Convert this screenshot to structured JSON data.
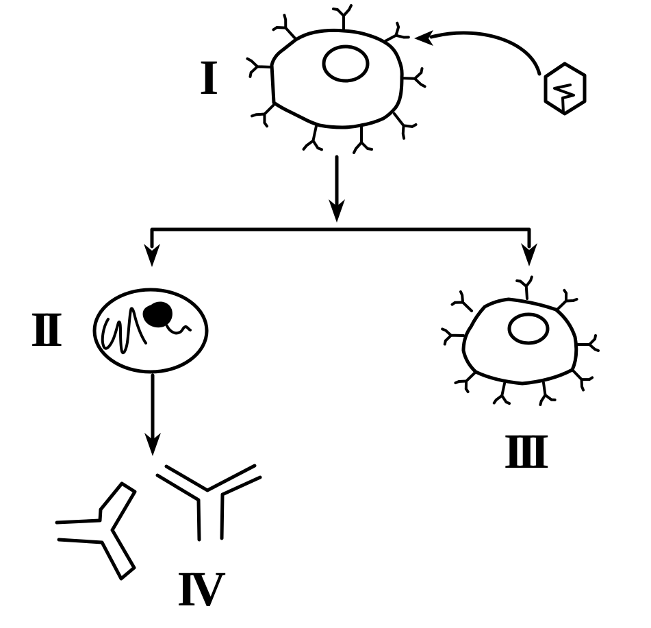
{
  "figure": {
    "background": "#ffffff",
    "ink": "#000000",
    "labels": {
      "cell_I": "I",
      "cell_II": "II",
      "cell_III": "III",
      "antibodies_IV": "IV"
    },
    "icons": {
      "cell_I": "b-cell-with-receptors-icon",
      "antigen": "antigen-hexagon-icon",
      "cell_II": "plasma-cell-icon",
      "cell_III": "memory-cell-with-receptors-icon",
      "antibodies": "antibody-y-icons"
    }
  }
}
